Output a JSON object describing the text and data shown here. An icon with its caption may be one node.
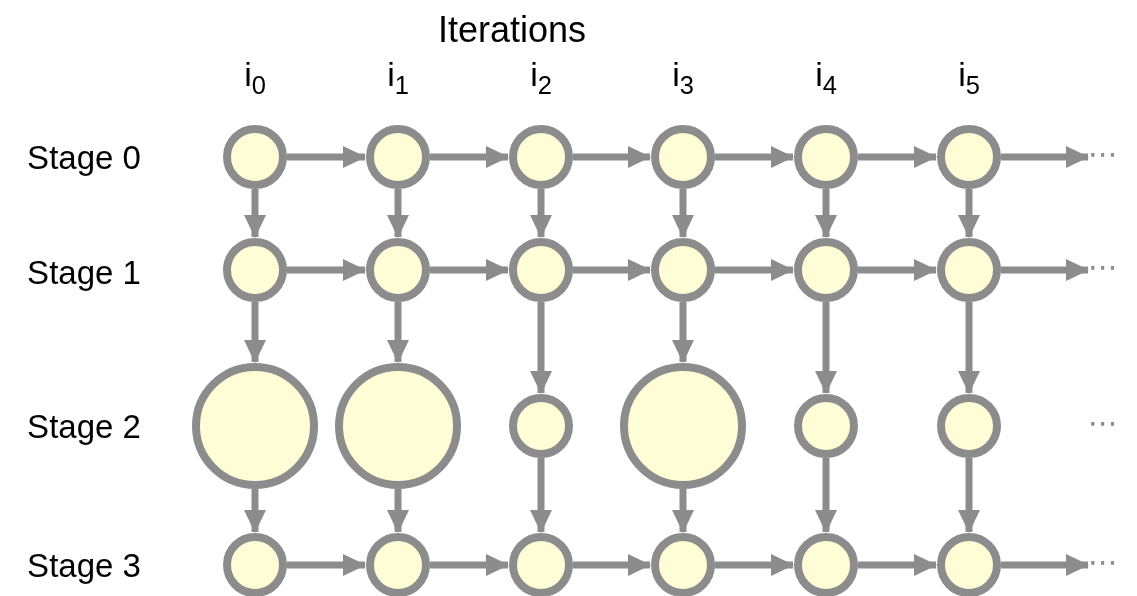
{
  "diagram": {
    "nodes": [
      {
        "text": [],
        "shape": "circle"
      },
      {
        "text": [],
        "shape": "circle"
      },
      {
        "text": [],
        "shape": "circle"
      },
      {
        "text": [],
        "shape": "circle"
      },
      {
        "text": [],
        "shape": "circle"
      },
      {
        "text": [],
        "shape": "circle"
      },
      {
        "text": [],
        "shape": "circle"
      },
      {
        "text": [],
        "shape": "circle"
      },
      {
        "text": [],
        "shape": "circle"
      },
      {
        "text": [],
        "shape": "circle"
      },
      {
        "text": [],
        "shape": "circle"
      },
      {
        "text": [],
        "shape": "circle"
      },
      {
        "text": [],
        "shape": "circle"
      },
      {
        "text": [],
        "shape": "circle"
      },
      {
        "text": [],
        "shape": "circle"
      },
      {
        "text": [],
        "shape": "circle"
      },
      {
        "text": [],
        "shape": "circle"
      },
      {
        "text": [],
        "shape": "circle"
      },
      {
        "text": [],
        "shape": "circle"
      },
      {
        "text": [],
        "shape": "circle"
      },
      {
        "text": [],
        "shape": "circle"
      },
      {
        "text": [],
        "shape": "circle"
      },
      {
        "text": [],
        "shape": "circle"
      },
      {
        "text": [],
        "shape": "circle"
      },
      {
        "text": [
          "⋯"
        ]
      },
      {
        "text": [
          "⋯"
        ]
      },
      {
        "text": [
          "⋯"
        ]
      },
      {
        "text": [
          "⋯"
        ]
      }
    ],
    "edges": [
      {
        "from": 0,
        "to": 1,
        "arrow": "to"
      },
      {
        "from": 1,
        "to": 2,
        "arrow": "to"
      },
      {
        "from": 2,
        "to": 3,
        "arrow": "to"
      },
      {
        "from": 3,
        "to": 4,
        "arrow": "to"
      },
      {
        "from": 4,
        "to": 5,
        "arrow": "to"
      },
      {
        "from": 5,
        "to": 24,
        "arrow": "to"
      },
      {
        "from": 6,
        "to": 7,
        "arrow": "to"
      },
      {
        "from": 7,
        "to": 8,
        "arrow": "to"
      },
      {
        "from": 8,
        "to": 9,
        "arrow": "to"
      },
      {
        "from": 9,
        "to": 10,
        "arrow": "to"
      },
      {
        "from": 10,
        "to": 11,
        "arrow": "to"
      },
      {
        "from": 11,
        "to": 25,
        "arrow": "to"
      },
      {
        "from": 18,
        "to": 19,
        "arrow": "to"
      },
      {
        "from": 19,
        "to": 20,
        "arrow": "to"
      },
      {
        "from": 20,
        "to": 21,
        "arrow": "to"
      },
      {
        "from": 21,
        "to": 22,
        "arrow": "to"
      },
      {
        "from": 22,
        "to": 23,
        "arrow": "to"
      },
      {
        "from": 23,
        "to": 27,
        "arrow": "to"
      },
      {
        "from": 0,
        "to": 6,
        "arrow": "to"
      },
      {
        "from": 1,
        "to": 7,
        "arrow": "to"
      },
      {
        "from": 2,
        "to": 8,
        "arrow": "to"
      },
      {
        "from": 3,
        "to": 9,
        "arrow": "to"
      },
      {
        "from": 4,
        "to": 10,
        "arrow": "to"
      },
      {
        "from": 5,
        "to": 11,
        "arrow": "to"
      },
      {
        "from": 6,
        "to": 12,
        "arrow": "to"
      },
      {
        "from": 7,
        "to": 13,
        "arrow": "to"
      },
      {
        "from": 8,
        "to": 14,
        "arrow": "to"
      },
      {
        "from": 9,
        "to": 15,
        "arrow": "to"
      },
      {
        "from": 10,
        "to": 16,
        "arrow": "to"
      },
      {
        "from": 11,
        "to": 17,
        "arrow": "to"
      },
      {
        "from": 12,
        "to": 18,
        "arrow": "to"
      },
      {
        "from": 13,
        "to": 19,
        "arrow": "to"
      },
      {
        "from": 14,
        "to": 20,
        "arrow": "to"
      },
      {
        "from": 15,
        "to": 21,
        "arrow": "to"
      },
      {
        "from": 16,
        "to": 22,
        "arrow": "to"
      },
      {
        "from": 17,
        "to": 23,
        "arrow": "to"
      }
    ],
    "labels": [
      "Iterations",
      "i$_{0}$",
      "i$_{1}$",
      "i$_{2}$",
      "i$_{3}$",
      "i$_{4}$",
      "i$_{5}$",
      "Stage 0",
      "Stage 1",
      "Stage 2",
      "Stage 3"
    ]
  }
}
